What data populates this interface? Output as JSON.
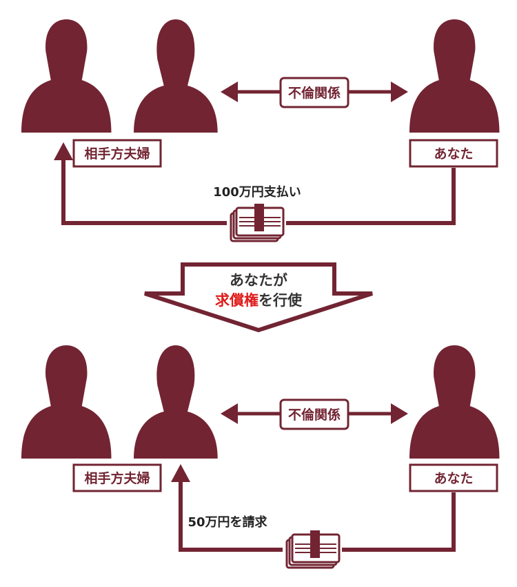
{
  "colors": {
    "primary": "#722432",
    "accent_red": "#e01a1a",
    "background": "#ffffff"
  },
  "panels": [
    {
      "relation_label": "不倫関係",
      "couple_label": "相手方夫婦",
      "you_label": "あなた",
      "money_label": "100万円支払い",
      "icons": [
        "woman-icon",
        "man-icon",
        "woman-icon",
        "cash-bundle-icon"
      ]
    },
    {
      "relation_label": "不倫関係",
      "couple_label": "相手方夫婦",
      "you_label": "あなた",
      "money_label": "50万円を請求",
      "icons": [
        "woman-icon",
        "man-icon",
        "woman-icon",
        "cash-bundle-icon"
      ]
    }
  ],
  "transition": {
    "line1": "あなたが",
    "line2_highlight": "求償権",
    "line2_rest": "を行使"
  }
}
